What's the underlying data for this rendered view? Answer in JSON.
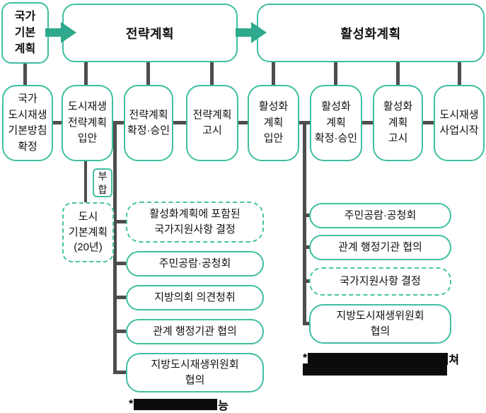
{
  "palette": {
    "teal_border": "#3ebfa0",
    "teal_arrow": "#2fa98c",
    "connector_gray": "#4d4d4d",
    "text": "#111111",
    "background": "#ffffff"
  },
  "top_row": {
    "national_basic_plan": "국가\n기본\n계획",
    "strategic_plan": "전략계획",
    "revitalization_plan": "활성화계획"
  },
  "row2": {
    "national_policy": "국가\n도시재생\n기본방침\n확정",
    "strategic_draft": "도시재생\n전략계획\n입안",
    "strategic_approval": "전략계획\n확정·승인",
    "strategic_notice": "전략계획\n고시",
    "revital_draft": "활성화\n계획\n입안",
    "revital_approval": "활성화\n계획\n확정·승인",
    "revital_notice": "활성화\n계획\n고시",
    "project_start": "도시재생\n사업시작"
  },
  "middle": {
    "conformity": "부\n합",
    "city_master_plan": "도시\n기본계획\n(20년)"
  },
  "left_list": {
    "items": [
      {
        "label": "활성화계획에 포함된\n국가지원사항 결정",
        "dashed": true
      },
      {
        "label": "주민공람·공청회",
        "dashed": false
      },
      {
        "label": "지방의회 의견청취",
        "dashed": false
      },
      {
        "label": "관계 행정기관 협의",
        "dashed": false
      },
      {
        "label": "지방도시재생위원회\n협의",
        "dashed": false
      }
    ]
  },
  "right_list": {
    "items": [
      {
        "label": "주민공람·공청회",
        "dashed": false
      },
      {
        "label": "관계 행정기관 협의",
        "dashed": false
      },
      {
        "label": "국가지원사항 결정",
        "dashed": true
      },
      {
        "label": "지방도시재생위원회\n협의",
        "dashed": false
      }
    ]
  },
  "footnotes": {
    "left": {
      "marker": "*",
      "visible_tail": "능",
      "illegible": true,
      "lines": 1
    },
    "right": {
      "marker": "*",
      "visible_tail": "쳐",
      "illegible": true,
      "lines": 2
    }
  }
}
